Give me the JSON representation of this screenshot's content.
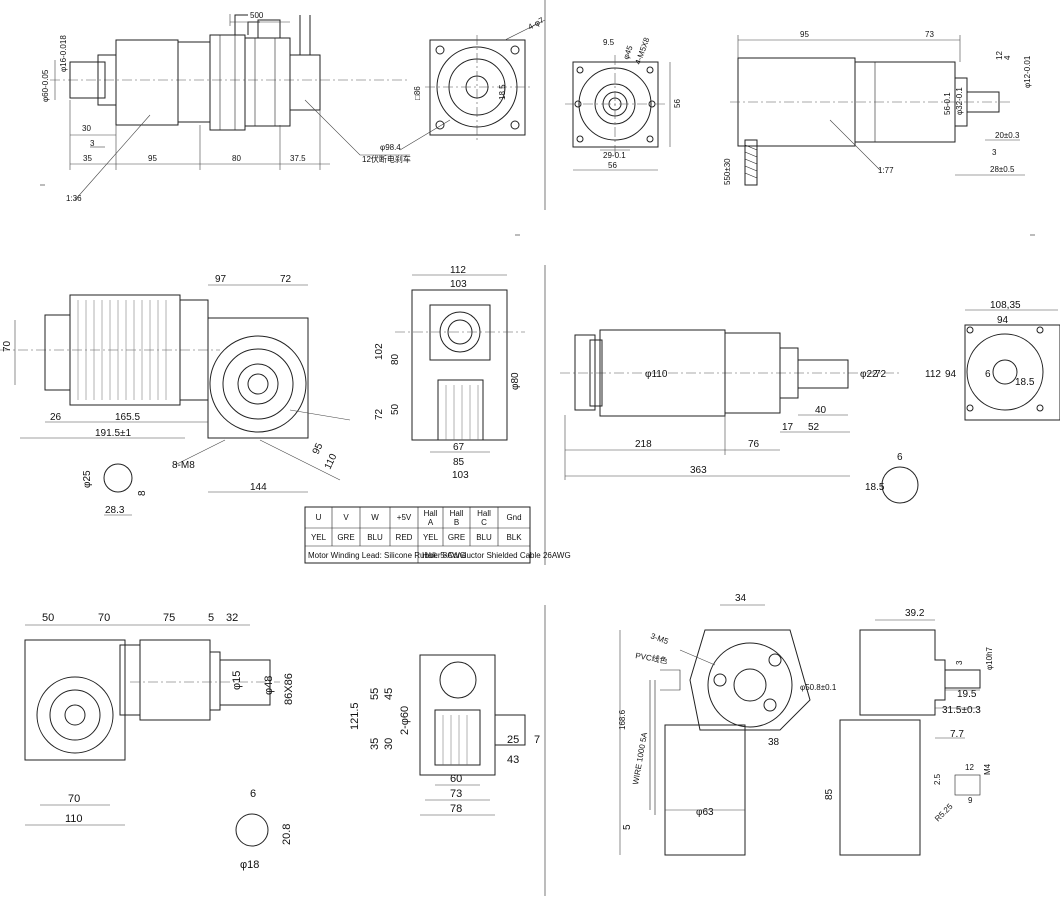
{
  "p1": {
    "d_500": "500",
    "d_shaft": "φ16-0.018",
    "d_flange": "φ60-0.05",
    "d_30": "30",
    "d_3": "3",
    "d_35": "35",
    "d_95": "95",
    "d_80": "80",
    "d_375": "37.5",
    "ratio": "1:36",
    "brake_note": "12伏断电刹车",
    "d_4phi7": "4-φ7",
    "d_c86": "□86",
    "d_185": "18.5",
    "d_984": "φ98.4"
  },
  "p2": {
    "d_95a": "9.5",
    "d_phi45": "φ45",
    "d_m5": "4-M5X8",
    "d_56v": "56",
    "d_29": "29-0.1",
    "d_56h": "56",
    "d_95": "95",
    "d_73": "73",
    "d_12": "12",
    "d_4": "4",
    "d_12s": "φ12-0.01",
    "d_561": "56-0.1",
    "d_321": "φ32-0.1",
    "d_20": "20±0.3",
    "d_3": "3",
    "d_28": "28±0.5",
    "d_550": "550±30",
    "ratio": "1:77"
  },
  "p3": {
    "d_97": "97",
    "d_72": "72",
    "d_70": "70",
    "d_26": "26",
    "d_1655": "165.5",
    "d_1915": "191.5±1",
    "d_8m8": "8-M8",
    "d_95": "95",
    "d_110": "110",
    "d_144": "144",
    "d_phi25": "φ25",
    "d_8": "8",
    "d_283": "28.3",
    "d_112": "112",
    "d_103": "103",
    "d_102": "102",
    "d_80": "80",
    "d_72v": "72",
    "d_50": "50",
    "d_phi80": "φ80",
    "d_67": "67",
    "d_85": "85",
    "d_103b": "103",
    "table_header": [
      "U",
      "V",
      "W",
      "+5V",
      "Hall\nA",
      "Hall\nB",
      "Hall\nC",
      "Gnd"
    ],
    "table_colors": [
      "YEL",
      "GRE",
      "BLU",
      "RED",
      "YEL",
      "GRE",
      "BLU",
      "BLK"
    ],
    "note_winding": "Motor Winding Lead: Silicone Rubber 8AWG",
    "note_hall": "Hall: 5-Conductor Shielded Cable 26AWG"
  },
  "p4": {
    "d_phi110": "φ110",
    "d_22": "φ22",
    "d_72": "72",
    "d_40": "40",
    "d_17": "17",
    "d_52": "52",
    "d_218": "218",
    "d_76": "76",
    "d_363": "363",
    "d_10835": "108,35",
    "d_94": "94",
    "d_112": "112",
    "d_94v": "94",
    "d_6": "6",
    "d_185": "18.5",
    "d_6b": "6",
    "d_185b": "18.5"
  },
  "p5": {
    "d_50": "50",
    "d_70": "70",
    "d_75": "75",
    "d_5": "5",
    "d_32": "32",
    "d_phi15": "φ15",
    "d_phi48": "φ48",
    "d_86": "86X86",
    "d_70b": "70",
    "d_110": "110",
    "d_6": "6",
    "d_208": "20.8",
    "d_phi18": "φ18",
    "d_1215": "121.5",
    "d_55": "55",
    "d_45": "45",
    "d_2phi60": "2-φ60",
    "d_35": "35",
    "d_30": "30",
    "d_25": "25",
    "d_7": "7",
    "d_43": "43",
    "d_60": "60",
    "d_73": "73",
    "d_78": "78"
  },
  "p6": {
    "d_34": "34",
    "d_3m": "3-M5",
    "note_pvc": "PVC线色",
    "d_1686": "168.6",
    "note_wire": "WIRE 1000 5A",
    "d_phi508": "φ50.8±0.1",
    "d_38": "38",
    "d_phi63": "φ63",
    "d_5": "5",
    "d_392": "39.2",
    "d_phi10": "φ10h7",
    "d_3": "3",
    "d_195": "19.5",
    "d_315": "31.5±0.3",
    "d_77": "7.7",
    "d_85": "85",
    "d_25": "2.5",
    "d_12": "12",
    "d_m4": "M4",
    "d_9": "9",
    "d_r525": "R5.25"
  }
}
